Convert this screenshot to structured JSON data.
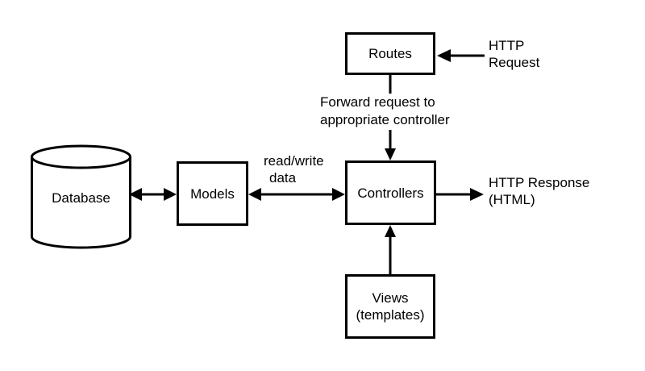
{
  "nodes": {
    "routes": {
      "label": "Routes"
    },
    "controllers": {
      "label": "Controllers"
    },
    "models": {
      "label": "Models"
    },
    "views": {
      "line1": "Views",
      "line2": "(templates)"
    },
    "database": {
      "label": "Database"
    }
  },
  "labels": {
    "http_request": {
      "line1": "HTTP",
      "line2": "Request"
    },
    "forward_request": {
      "line1": "Forward request to",
      "line2": "appropriate controller"
    },
    "read_write": {
      "line1": "read/write",
      "line2": "data"
    },
    "http_response": {
      "line1": "HTTP Response",
      "line2": "(HTML)"
    }
  },
  "colors": {
    "stroke": "#000000",
    "background": "#ffffff"
  }
}
